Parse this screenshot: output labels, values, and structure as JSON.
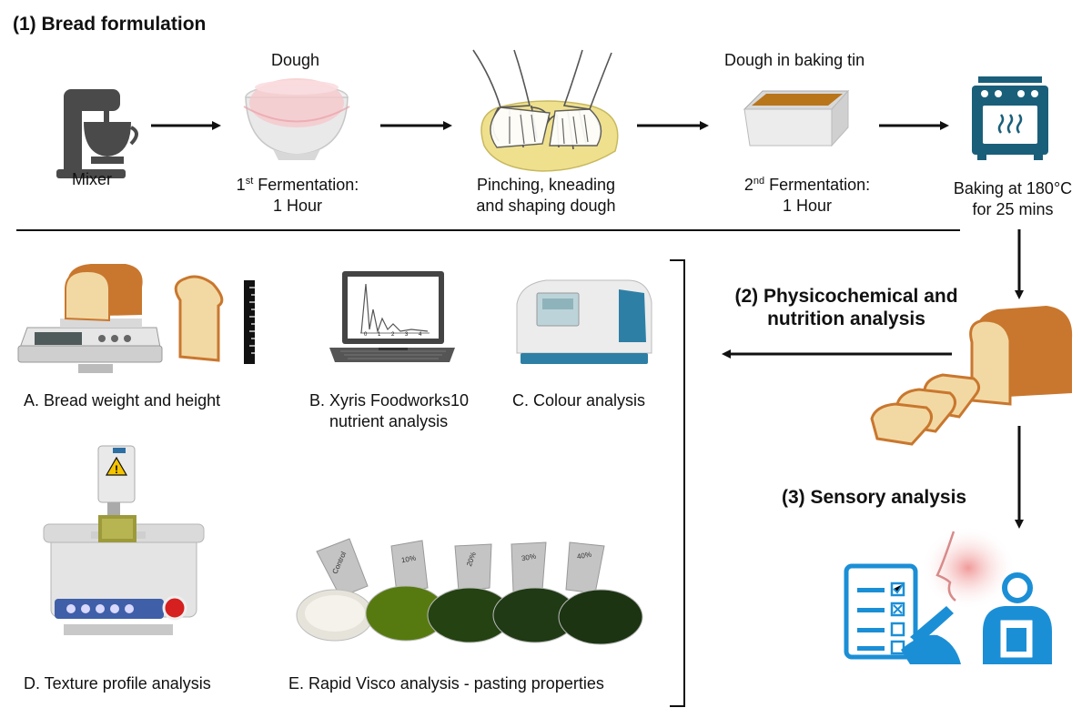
{
  "section1": {
    "title": "(1) Bread formulation",
    "steps": {
      "mixer": "Mixer",
      "dough_title": "Dough",
      "fermentation1": {
        "ordinal": "1",
        "sup": "st",
        "label": " Fermentation:",
        "duration": "1 Hour"
      },
      "pinching": [
        "Pinching, kneading",
        "and shaping dough"
      ],
      "tin_title": "Dough in baking tin",
      "fermentation2": {
        "ordinal": "2",
        "sup": "nd",
        "label": " Fermentation:",
        "duration": "1 Hour"
      },
      "baking": [
        "Baking at 180°C",
        "for 25 mins"
      ]
    }
  },
  "section2": {
    "title": [
      "(2) Physicochemical and",
      "nutrition analysis"
    ],
    "items": {
      "a": "A. Bread weight and height",
      "b": [
        "B. Xyris Foodworks10",
        "nutrient analysis"
      ],
      "c": "C. Colour analysis",
      "d": "D. Texture profile analysis",
      "e": "E. Rapid Visco analysis - pasting properties"
    },
    "cup_labels": [
      "Control",
      "10%",
      "20%",
      "30%",
      "40%"
    ],
    "graph_ticks": [
      "0",
      "1",
      "2",
      "3",
      "4"
    ]
  },
  "section3": {
    "title": "(3) Sensory analysis"
  },
  "colors": {
    "icon_teal": "#1a5f7a",
    "sensory_blue": "#1b8fd6",
    "mixer_gray": "#4a4a4a",
    "bread_crust": "#c9772e",
    "dough_yellow": "#efe08e",
    "leaf_green": "#3d5a12"
  }
}
